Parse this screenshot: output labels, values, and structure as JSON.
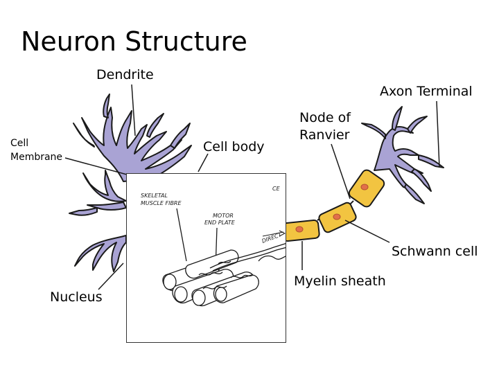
{
  "title": "Neuron Structure",
  "labels": {
    "dendrite": "Dendrite",
    "axon_terminal": "Axon Terminal",
    "node_of_ranvier_line1": "Node of",
    "node_of_ranvier_line2": "Ranvier",
    "cell_body": "Cell body",
    "cell_membrane_line1": "Cell",
    "cell_membrane_line2": "Membrane",
    "schwann_cell": "Schwann cell",
    "myelin_sheath": "Myelin sheath",
    "nucleus": "Nucleus"
  },
  "inset": {
    "heading_line1": "SKELETAL",
    "heading_line2": "MUSCLE FIBRE",
    "motor_line1": "MOTOR",
    "motor_line2": "END PLATE",
    "direction": "DIRECT",
    "corner_text": "CE"
  },
  "colors": {
    "dendrite_fill": "#a9a3d4",
    "myelin_fill": "#f2c441",
    "nucleus_dot": "#e2704a",
    "outline": "#1a1a1a"
  }
}
